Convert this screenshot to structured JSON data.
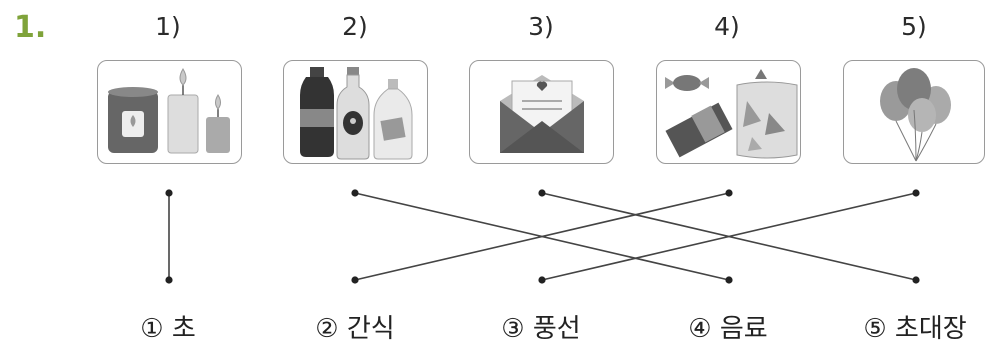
{
  "question_number": "1.",
  "items": [
    {
      "label": "1)",
      "icon": "candles-icon"
    },
    {
      "label": "2)",
      "icon": "drink-bottles-icon"
    },
    {
      "label": "3)",
      "icon": "invitation-letter-icon"
    },
    {
      "label": "4)",
      "icon": "snacks-icon"
    },
    {
      "label": "5)",
      "icon": "balloons-icon"
    }
  ],
  "words": [
    "① 초",
    "② 간식",
    "③ 풍선",
    "④ 음료",
    "⑤ 초대장"
  ],
  "connections": [
    {
      "item": "1)",
      "word": "① 초"
    },
    {
      "item": "2)",
      "word": "④ 음료"
    },
    {
      "item": "3)",
      "word": "⑤ 초대장"
    },
    {
      "item": "4)",
      "word": "② 간식"
    },
    {
      "item": "5)",
      "word": "③ 풍선"
    }
  ],
  "colors": {
    "question_number": "#7fa33a",
    "line": "#444444",
    "card_border": "#9a9a9a"
  }
}
